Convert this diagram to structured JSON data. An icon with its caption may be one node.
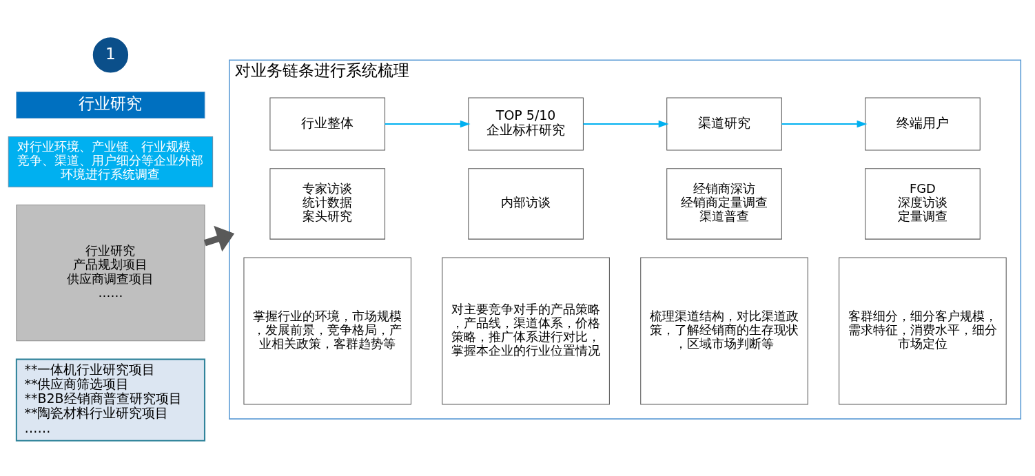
{
  "diagram": {
    "nodes": [
      {
        "text": [
          "1"
        ]
      },
      {
        "text": [
          "行业研究"
        ]
      },
      {
        "text": [
          "对行业环境、产业链、行业规模、竞争、渠道、用户细分等企业外部环境进行系统调查"
        ]
      },
      {
        "text": [
          "行业研究",
          "产品规划项目",
          "供应商调查项目",
          "……"
        ]
      },
      {
        "text": [
          "**一体机行业研究项目",
          "**供应商筛选项目",
          "**B2B经销商普查研究项目",
          "**陶瓷材料行业研究项目",
          "……"
        ]
      },
      {
        "text": [
          "对业务链条进行系统梳理"
        ]
      },
      {
        "text": [
          "行业整体"
        ],
        "in": 5
      },
      {
        "text": [
          "TOP 5/10 企业标杆研究"
        ],
        "in": 5
      },
      {
        "text": [
          "渠道研究"
        ],
        "in": 5
      },
      {
        "text": [
          "终端用户"
        ],
        "in": 5
      },
      {
        "text": [
          "专家访谈",
          "统计数据",
          "案头研究"
        ],
        "in": 5
      },
      {
        "text": [
          "内部访谈"
        ],
        "in": 5
      },
      {
        "text": [
          "经销商深访",
          "经销商定量调查",
          "渠道普查"
        ],
        "in": 5
      },
      {
        "text": [
          "FGD",
          "深度访谈",
          "定量调查"
        ],
        "in": 5
      },
      {
        "text": [
          "掌握行业的环境，市场规模，发展前景，竞争格局，产业相关政策，客群趋势等"
        ],
        "in": 5
      },
      {
        "text": [
          "对主要竞争对手的产品策略，产品线，渠道体系，价格策略，推广体系进行对比，掌握本企业的行业位置情况"
        ],
        "in": 5
      },
      {
        "text": [
          "梳理渠道结构，对比渠道政策，了解经销商的生存现状，区域市场判断等"
        ],
        "in": 5
      },
      {
        "text": [
          "客群细分，细分客户规模，需求特征，消费水平，细分市场定位"
        ],
        "in": 5
      }
    ],
    "edges": [
      {
        "from": 6,
        "to": 7,
        "arrow": "to"
      },
      {
        "from": 7,
        "to": 8,
        "arrow": "to"
      },
      {
        "from": 8,
        "to": 9,
        "arrow": "to"
      },
      {
        "from": 3,
        "to": 5,
        "arrow": "to",
        "style": "thick",
        "color": "#595959"
      }
    ]
  }
}
